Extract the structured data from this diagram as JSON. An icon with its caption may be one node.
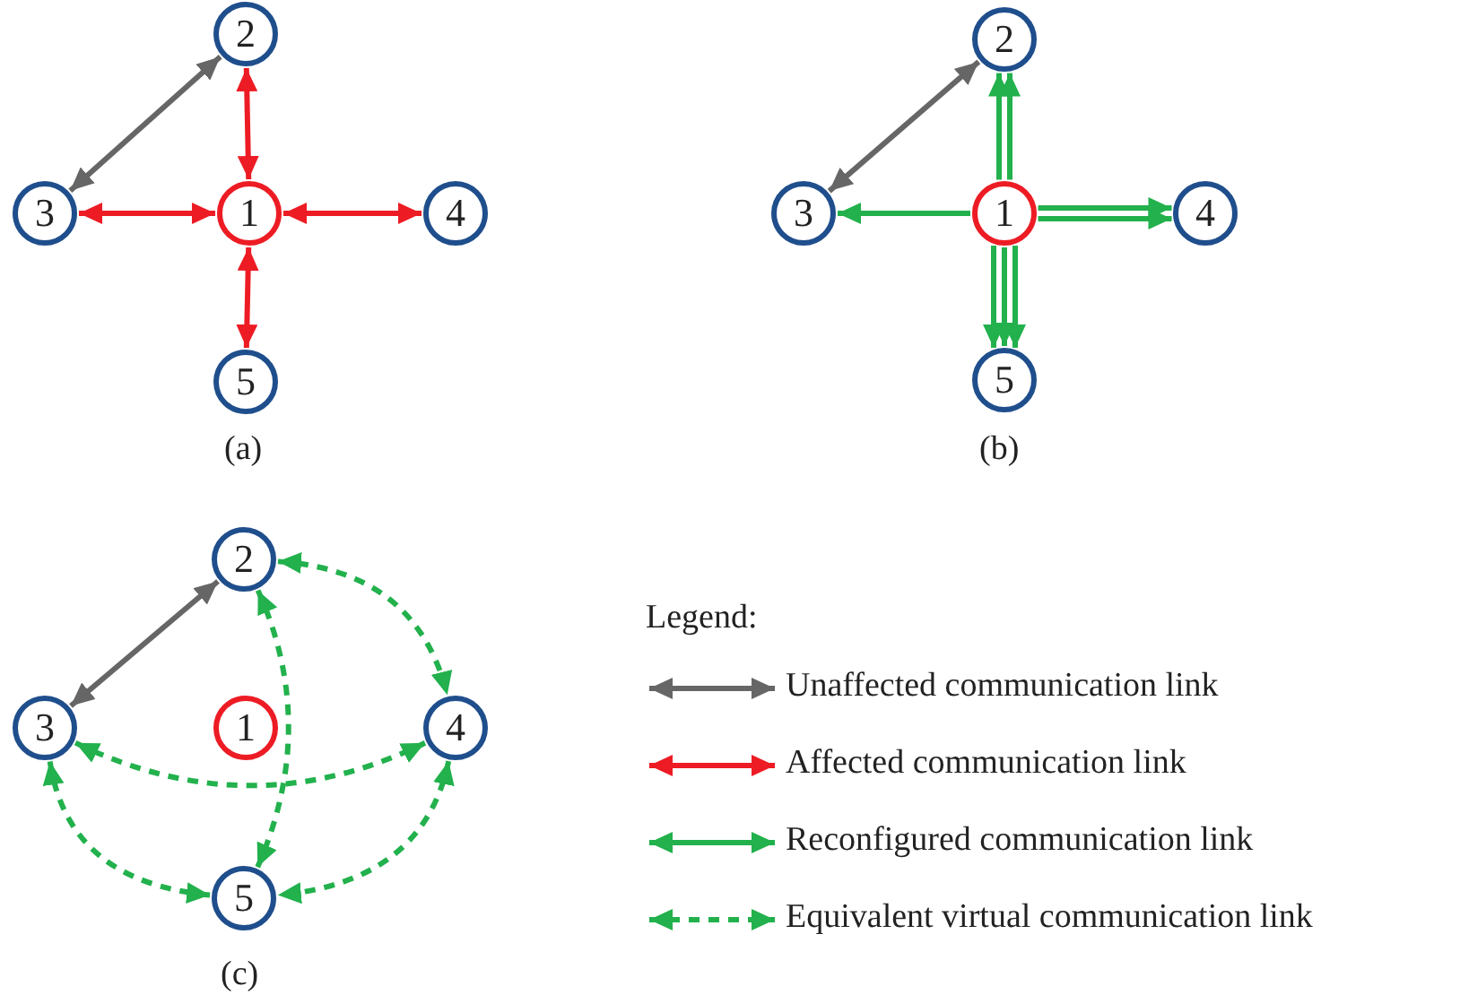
{
  "diagram": {
    "nodes": [
      {
        "text": [
          "1"
        ]
      },
      {
        "text": [
          "2"
        ]
      },
      {
        "text": [
          "3"
        ]
      },
      {
        "text": [
          "4"
        ]
      },
      {
        "text": [
          "5"
        ]
      },
      {
        "text": [
          "1"
        ]
      },
      {
        "text": [
          "2"
        ]
      },
      {
        "text": [
          "3"
        ]
      },
      {
        "text": [
          "4"
        ]
      },
      {
        "text": [
          "5"
        ]
      },
      {
        "text": [
          "1"
        ]
      },
      {
        "text": [
          "2"
        ]
      },
      {
        "text": [
          "3"
        ]
      },
      {
        "text": [
          "4"
        ]
      },
      {
        "text": [
          "5"
        ]
      }
    ],
    "edges": [
      {
        "from": 1,
        "to": 2,
        "arrow": "both",
        "color": "#666666"
      },
      {
        "from": 0,
        "to": 1,
        "arrow": "both",
        "color": "#ed1c24"
      },
      {
        "from": 0,
        "to": 2,
        "arrow": "both",
        "color": "#ed1c24"
      },
      {
        "from": 0,
        "to": 3,
        "arrow": "both",
        "color": "#ed1c24"
      },
      {
        "from": 0,
        "to": 4,
        "arrow": "both",
        "color": "#ed1c24"
      },
      {
        "from": 6,
        "to": 7,
        "arrow": "both",
        "color": "#666666"
      },
      {
        "from": 5,
        "to": 6,
        "arrow": "to"
      },
      {
        "from": 5,
        "to": 6,
        "arrow": "to"
      },
      {
        "from": 5,
        "to": 7,
        "arrow": "to"
      },
      {
        "from": 5,
        "to": 8,
        "arrow": "to"
      },
      {
        "from": 5,
        "to": 8,
        "arrow": "to"
      },
      {
        "from": 5,
        "to": 9,
        "arrow": "to"
      },
      {
        "from": 5,
        "to": 9,
        "arrow": "to"
      },
      {
        "from": 5,
        "to": 9,
        "arrow": "to"
      },
      {
        "from": 11,
        "to": 12,
        "arrow": "both",
        "color": "#666666"
      },
      {
        "from": 11,
        "to": 13,
        "arrow": "both",
        "style": "dashed"
      },
      {
        "from": 11,
        "to": 14,
        "arrow": "both",
        "style": "dashed"
      },
      {
        "from": 12,
        "to": 13,
        "arrow": "both",
        "style": "dashed"
      },
      {
        "from": 12,
        "to": 14,
        "arrow": "both",
        "style": "dashed"
      },
      {
        "from": 13,
        "to": 14,
        "arrow": "both",
        "style": "dashed"
      }
    ],
    "labels": [
      "(a)",
      "(b)",
      "(c)",
      "Legend:"
    ],
    "legend": [
      {
        "text": "Unaffected communication link"
      },
      {
        "text": "Affected communication link"
      },
      {
        "text": "Reconfigured communication link"
      },
      {
        "text": "Equivalent virtual communication link"
      }
    ]
  }
}
